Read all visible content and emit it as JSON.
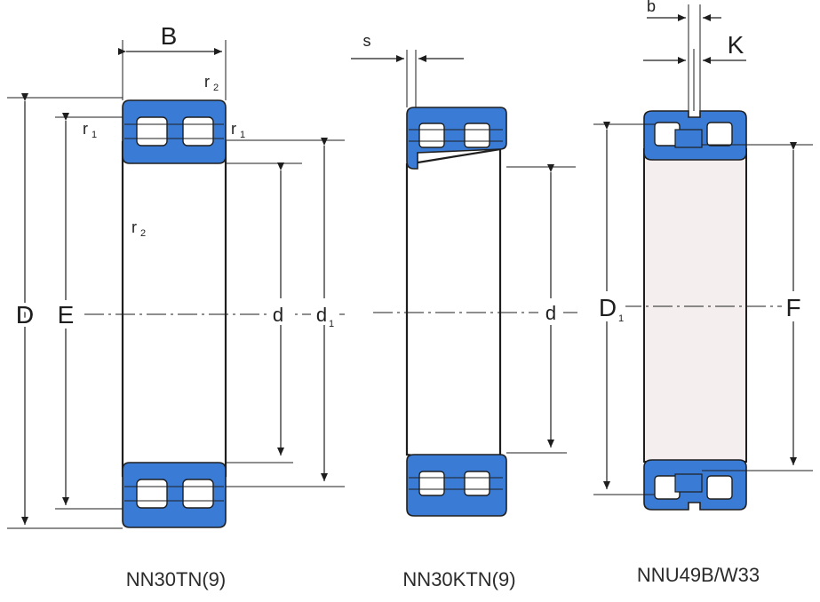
{
  "colors": {
    "ring": "#3a7bd5",
    "line": "#1e1e1e",
    "bore_fill": "#f4eeee"
  },
  "bearing1": {
    "caption": "NN30TN(9)",
    "label_B": "B",
    "label_D": "D",
    "label_E": "E",
    "label_d": "d",
    "label_d1": "d",
    "label_d1_sub": "1",
    "label_r1_left": "r",
    "label_r1_left_sub": "1",
    "label_r1_right": "r",
    "label_r1_right_sub": "1",
    "label_r2_top": "r",
    "label_r2_top_sub": "2",
    "label_r2_inner": "r",
    "label_r2_inner_sub": "2"
  },
  "bearing2": {
    "caption": "NN30KTN(9)",
    "label_s": "s",
    "label_d": "d"
  },
  "bearing3": {
    "caption": "NNU49B/W33",
    "label_b": "b",
    "label_K": "K",
    "label_D1": "D",
    "label_D1_sub": "1",
    "label_F": "F"
  }
}
